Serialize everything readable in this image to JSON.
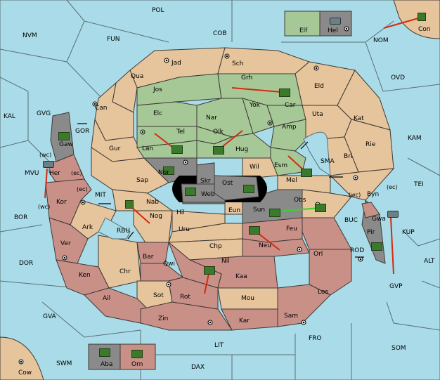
{
  "colors": {
    "sea": "#a9dbe8",
    "neutral": "#e6c49c",
    "green_power": "#a6c896",
    "red_power": "#c99088",
    "gray_power": "#8a8a8a",
    "move_arrow": "#d42a10",
    "support_arrow": "#3ecf2c"
  },
  "seas": [
    "POL",
    "COB",
    "FUN",
    "NVM",
    "NOM",
    "OVD",
    "KAL",
    "GVG",
    "GOR",
    "KAM",
    "MVU",
    "MIT",
    "SMA",
    "TEI",
    "BOR",
    "RBU",
    "BUC",
    "KUP",
    "DOR",
    "ROD",
    "ALT",
    "GVP",
    "GVA",
    "FRO",
    "SOM",
    "LIT",
    "SWM",
    "DAX"
  ],
  "territories": [
    "Jad",
    "Sch",
    "Qua",
    "Jos",
    "Grh",
    "Eld",
    "Can",
    "Yok",
    "Car",
    "Elc",
    "Nar",
    "Uta",
    "Kat",
    "Gaw",
    "Tel",
    "Olk",
    "Amp",
    "Gur",
    "Lan",
    "Hug",
    "Rie",
    "Bri",
    "Esm",
    "Wil",
    "Nor",
    "Skr",
    "Ost",
    "Sap",
    "Web",
    "Mel",
    "Her",
    "Byn",
    "Kor",
    "Nab",
    "Eun",
    "Obs",
    "Sun",
    "Gwa",
    "Hil",
    "Nog",
    "Ark",
    "Uru",
    "Feu",
    "Pir",
    "Ver",
    "Chp",
    "Neu",
    "Bar",
    "Qwi",
    "Orl",
    "Nil",
    "Chr",
    "Ken",
    "Kaa",
    "Sot",
    "Rot",
    "Los",
    "Ail",
    "Mou",
    "Zin",
    "Kar",
    "Sam",
    "Con",
    "Elf",
    "Hel",
    "Aba",
    "Orn",
    "Cow"
  ],
  "coast_tags": [
    "(wc)",
    "(ec)",
    "(wc)",
    "(ec)",
    "(wc)",
    "(ec)"
  ],
  "legend": {
    "top": [
      "Elf",
      "Hel"
    ],
    "bottom": [
      "Aba",
      "Orn"
    ]
  },
  "units": [
    "army",
    "army",
    "army",
    "army",
    "army",
    "army",
    "army",
    "army",
    "army",
    "army",
    "army",
    "army",
    "army",
    "fleet",
    "fleet",
    "fleet",
    "army",
    "army",
    "army",
    "army",
    "army"
  ],
  "icons": [
    "supply-center-icon",
    "army-icon",
    "fleet-icon",
    "move-arrow-icon",
    "support-arrow-icon",
    "convoy-link-icon"
  ]
}
